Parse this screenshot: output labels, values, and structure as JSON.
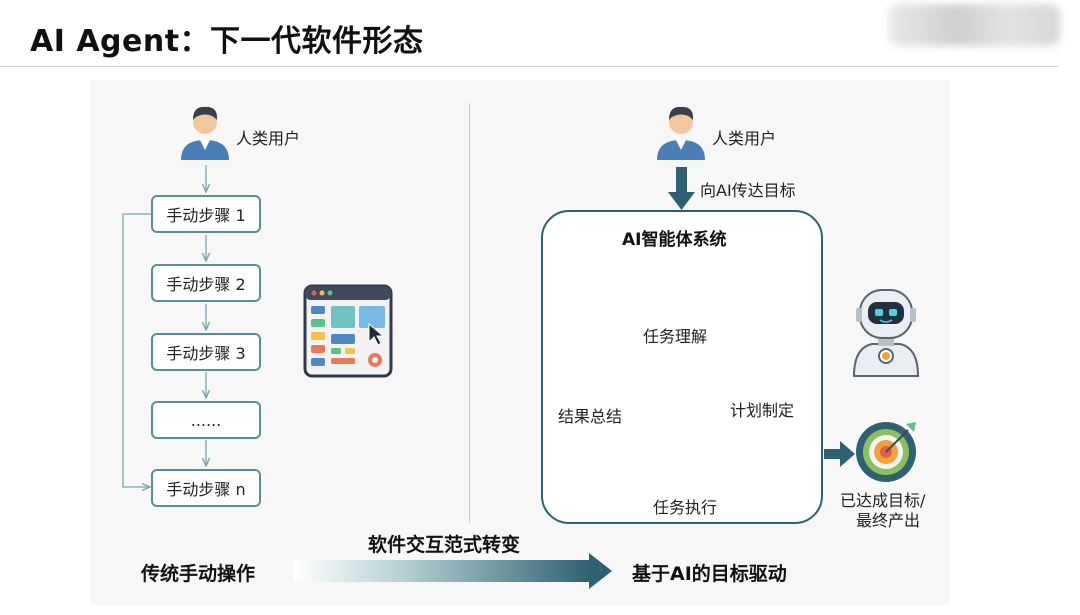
{
  "header": {
    "title": "AI Agent：下一代软件形态"
  },
  "traditional": {
    "user_label": "人类用户",
    "steps": [
      "手动步骤 1",
      "手动步骤 2",
      "手动步骤 3",
      "......",
      "手动步骤 n"
    ]
  },
  "ai_side": {
    "user_label": "人类用户",
    "goal_label": "向AI传达目标",
    "system_title": "AI智能体系统",
    "cycle": {
      "understand": "任务理解",
      "plan": "计划制定",
      "execute": "任务执行",
      "summarize": "结果总结"
    },
    "result_line1": "已达成目标/",
    "result_line2": "最终产出"
  },
  "bottom": {
    "left_label": "传统手动操作",
    "transition_label": "软件交互范式转变",
    "right_label": "基于AI的目标驱动"
  },
  "colors": {
    "teal_dark": "#2f6172",
    "teal_step": "#5a8f95",
    "user_shirt": "#4a7fb5",
    "skin": "#f3c79e",
    "hair": "#3a3f4a"
  }
}
